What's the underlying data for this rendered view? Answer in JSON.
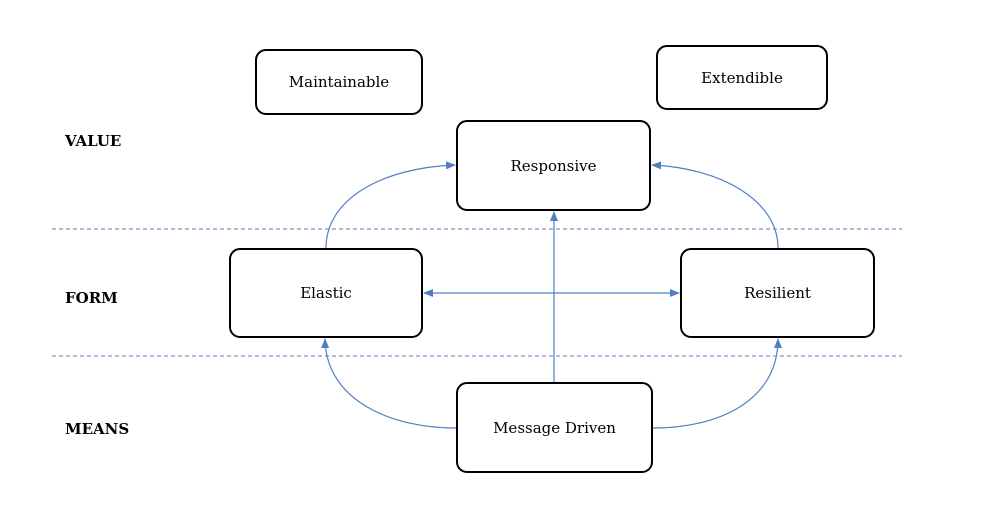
{
  "colors": {
    "arrow": "#4f81bd",
    "divider": "#4f81bd",
    "box_border": "#000000",
    "text": "#000000"
  },
  "layers": {
    "value": "VALUE",
    "form": "FORM",
    "means": "MEANS"
  },
  "nodes": {
    "maintainable": "Maintainable",
    "extendible": "Extendible",
    "responsive": "Responsive",
    "elastic": "Elastic",
    "resilient": "Resilient",
    "message_driven": "Message Driven"
  },
  "edges": [
    {
      "from": "elastic",
      "to": "responsive",
      "direction": "forward"
    },
    {
      "from": "resilient",
      "to": "responsive",
      "direction": "forward"
    },
    {
      "from": "message_driven",
      "to": "responsive",
      "direction": "forward"
    },
    {
      "from": "message_driven",
      "to": "elastic",
      "direction": "forward"
    },
    {
      "from": "message_driven",
      "to": "resilient",
      "direction": "forward"
    },
    {
      "from": "elastic",
      "to": "resilient",
      "direction": "both"
    }
  ]
}
